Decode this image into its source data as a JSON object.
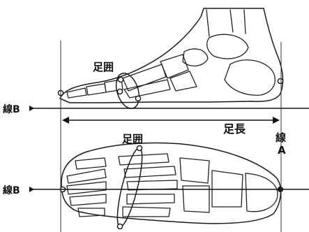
{
  "labels": {
    "girth_side": "足囲",
    "girth_top": "足囲",
    "line_b_side": "線B",
    "line_b_top": "線B",
    "foot_length": "足長",
    "line_a_char1": "線",
    "line_a_char2": "A"
  },
  "colors": {
    "ink": "#111111",
    "paper": "#ffffff"
  }
}
